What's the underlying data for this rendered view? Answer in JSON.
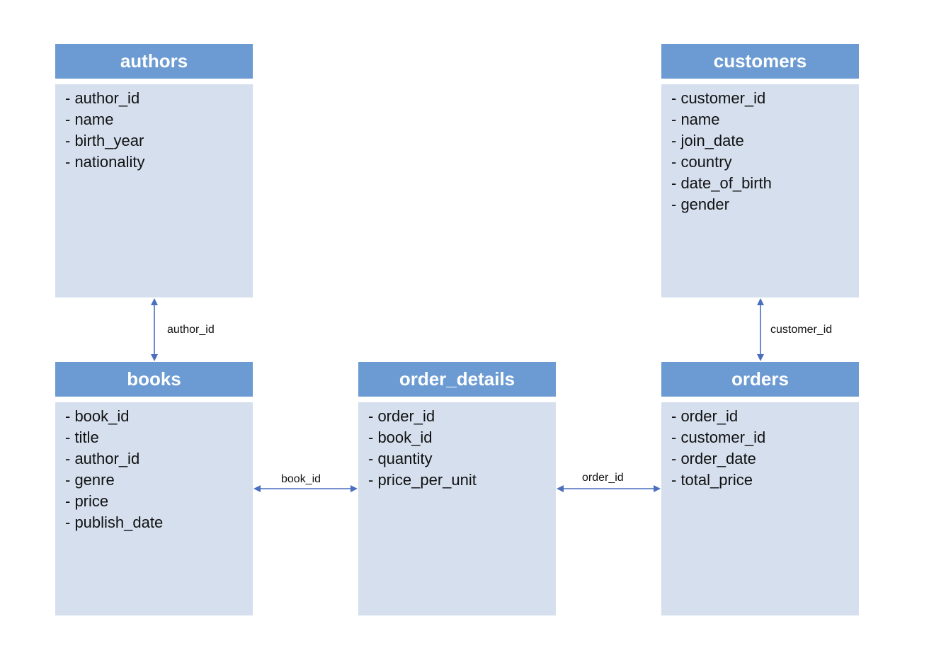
{
  "colors": {
    "header": "#6b9bd2",
    "body": "#d5dfee",
    "connector": "#4a6fbf"
  },
  "entities": {
    "authors": {
      "title": "authors",
      "fields": [
        "- author_id",
        "- name",
        "- birth_year",
        "- nationality"
      ]
    },
    "customers": {
      "title": "customers",
      "fields": [
        "- customer_id",
        "- name",
        "- join_date",
        "- country",
        "- date_of_birth",
        "- gender"
      ]
    },
    "books": {
      "title": "books",
      "fields": [
        "- book_id",
        "- title",
        "- author_id",
        "- genre",
        "- price",
        "- publish_date"
      ]
    },
    "order_details": {
      "title": "order_details",
      "fields": [
        "- order_id",
        "- book_id",
        "- quantity",
        "- price_per_unit"
      ]
    },
    "orders": {
      "title": "orders",
      "fields": [
        "- order_id",
        "- customer_id",
        "- order_date",
        "- total_price"
      ]
    }
  },
  "relationships": {
    "authors_books": {
      "label": "author_id",
      "from": "authors",
      "to": "books"
    },
    "customers_orders": {
      "label": "customer_id",
      "from": "customers",
      "to": "orders"
    },
    "books_order_details": {
      "label": "book_id",
      "from": "books",
      "to": "order_details"
    },
    "order_details_orders": {
      "label": "order_id",
      "from": "order_details",
      "to": "orders"
    }
  }
}
